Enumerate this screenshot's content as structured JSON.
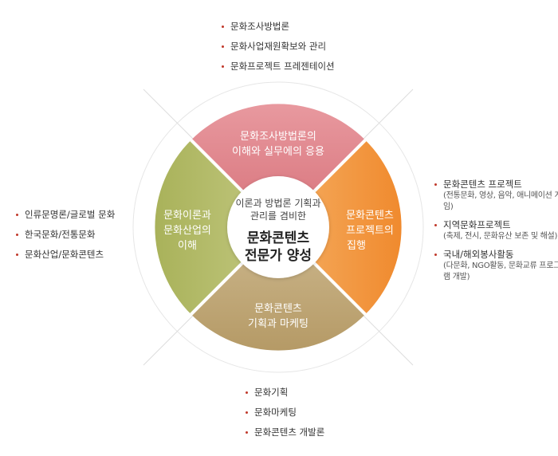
{
  "center": {
    "line1": "이론과 방법론 기획과",
    "line2": "관리를 겸비한",
    "title1": "문화콘텐츠",
    "title2": "전문가 양성"
  },
  "quadrants": {
    "top": {
      "line1": "문화조사방법론의",
      "line2": "이해와 실무에의 응용",
      "color": "#dc7f86"
    },
    "right": {
      "line1": "문화콘텐츠",
      "line2": "프로젝트의",
      "line3": "집행",
      "color": "#f4a04a"
    },
    "bottom": {
      "line1": "문화콘텐츠",
      "line2": "기획과 마케팅",
      "color": "#c3ab7d"
    },
    "left": {
      "line1": "문화이론과",
      "line2": "문화산업의",
      "line3": "이해",
      "color": "#b5bd6b"
    }
  },
  "lists": {
    "top": [
      "문화조사방법론",
      "문화사업재원확보와 관리",
      "문화프로젝트 프레젠테이션"
    ],
    "left": [
      "인류문명론/글로벌 문화",
      "한국문화/전통문화",
      "문화산업/문화콘텐츠"
    ],
    "right": [
      {
        "title": "문화콘텐츠 프로젝트",
        "sub": "(전통문화, 영상, 음악, 애니메이션 게임)"
      },
      {
        "title": "지역문화프로젝트",
        "sub": "(축제, 전시, 문화유산 보존 및 해설)"
      },
      {
        "title": "국내/해외봉사활동",
        "sub": "(다문화, NGO활동, 문화교류 프로그램 개발)"
      }
    ],
    "bottom": [
      "문화기획",
      "문화마케팅",
      "문화콘텐츠 개발론"
    ]
  },
  "colors": {
    "bullet": "#c0392b",
    "text": "#333333",
    "ring": "#e3e3e3"
  }
}
